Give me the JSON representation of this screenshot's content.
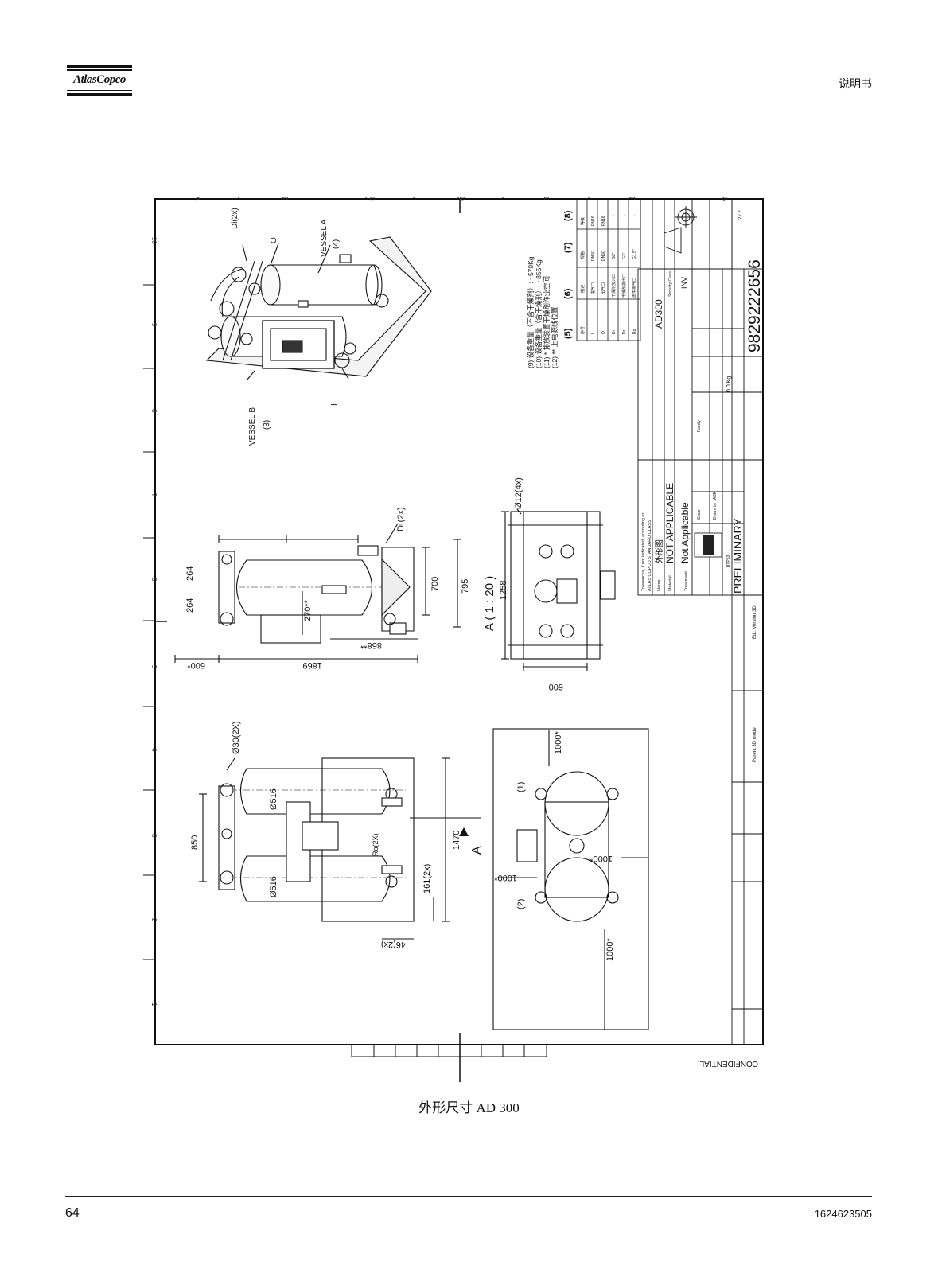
{
  "header": {
    "logo_text": "AtlasCopco",
    "doc_type": "说明书"
  },
  "drawing": {
    "frame_letters": [
      "A",
      "B",
      "C",
      "D",
      "E",
      "F",
      "G"
    ],
    "frame_numbers": [
      "1",
      "2",
      "3",
      "4",
      "5",
      "6",
      "7",
      "8",
      "9",
      "10"
    ],
    "view_3d": {
      "vessel_a": "VESSEL A",
      "vessel_a_num": "(4)",
      "vessel_b": "VESSEL B",
      "vessel_b_num": "(3)",
      "di": "Di(2x)",
      "o": "O",
      "i": "I"
    },
    "side_view": {
      "dim_264_a": "264",
      "dim_264_b": "264",
      "dim_270": "270**",
      "dim_868": "868**",
      "dim_1869": "1869",
      "dim_600": "600*",
      "dim_700": "700",
      "dim_795": "795",
      "dr": "Dr(2x)"
    },
    "view_a": {
      "title": "A ( 1 : 20 )",
      "dim_1258": "1258",
      "dim_600": "600",
      "dia12": "Ø12(4x)"
    },
    "front_view": {
      "dia30": "Ø30(2X)",
      "dim_850": "850",
      "dia516_a": "Ø516",
      "dia516_b": "Ø516",
      "ro": "Ro(2X)",
      "dim_1470": "1470",
      "dim_161": "161(2x)",
      "dim_46": "46(2x)",
      "arrow_a": "A"
    },
    "top_view": {
      "dim_1000_tr": "1000*",
      "dim_1000_br": "1000*",
      "dim_1000_bl": "1000*",
      "dim_1000_left": "1000*",
      "n1": "(1)",
      "n2": "(2)"
    },
    "notes": {
      "n9": "(9) 设备重量（不含干燥剂）: ~570Kg",
      "n10": "(10) 设备重量（含干燥剂）: ~855Kg",
      "n11": "(11) * 排放装置干燥剂作业空间",
      "n12": "(12) ** 上电源线位置"
    },
    "conn_table": {
      "headers": [
        "(5)",
        "(6)",
        "(7)",
        "(8)"
      ],
      "rows": [
        [
          "序号",
          "描述",
          "规格",
          "等级"
        ],
        [
          "I",
          "进气口",
          "DN50",
          "PN16"
        ],
        [
          "O",
          "出气口",
          "DN50",
          "PN16"
        ],
        [
          "Di",
          "干燥剂加入口",
          "G3\"",
          "-"
        ],
        [
          "Dr",
          "干燥剂排出口",
          "G3\"",
          "-"
        ],
        [
          "Ro",
          "再生排气口",
          "G1.5\"",
          "-"
        ]
      ]
    },
    "title_block": {
      "model": "AD300",
      "number": "9829222656",
      "inv": "INV",
      "tolerance_1": "Tolerances, if not indicated, according to:",
      "tolerance_2": "ATLAS COPCO STANDARD CLASS",
      "name_label": "Name",
      "name_value": "外形图",
      "material_label": "Material",
      "material_value": "NOT APPLICABLE",
      "treatment_label": "Treatment",
      "treatment_value": "Not Applicable",
      "preliminary": "PRELIMINARY",
      "weight": "0.0 Kg",
      "sheet": "2 / 2",
      "ed_version": "Ed.: Version 3D",
      "parent": "Parent 3D mode",
      "confidential": "CONFIDENTIAL:",
      "security": "Security Class",
      "scale": "Scale",
      "drawn_by": "Drawn by : ABR",
      "family": "Family",
      "stamp": "BTP53"
    }
  },
  "caption": "外形尺寸  AD 300",
  "footer": {
    "page_number": "64",
    "document_number": "1624623505"
  }
}
